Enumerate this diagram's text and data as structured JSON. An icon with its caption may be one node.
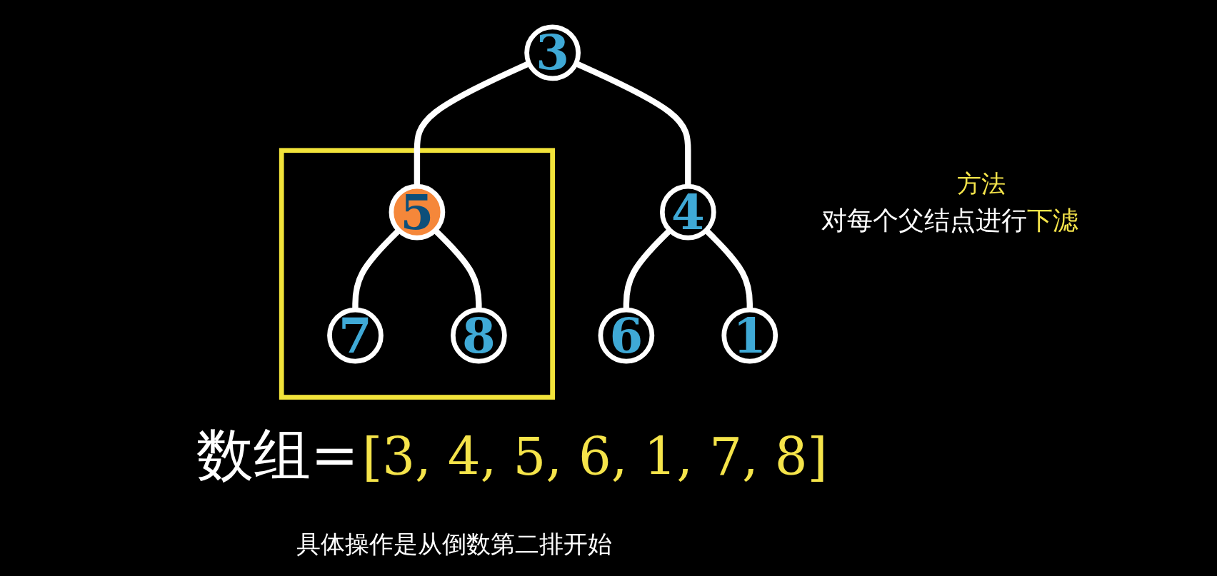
{
  "diagram": {
    "caption": "具体操作是从倒数第二排开始",
    "nodes": [
      {
        "text": [
          "3"
        ]
      },
      {
        "text": [
          "4"
        ]
      },
      {
        "text": [],
        "shape": "box"
      },
      {
        "text": [
          "5"
        ],
        "in": 2
      },
      {
        "text": [
          "6"
        ]
      },
      {
        "text": [
          "1"
        ]
      },
      {
        "text": [
          "7"
        ],
        "in": 2
      },
      {
        "text": [
          "8"
        ],
        "in": 2
      }
    ],
    "edges": [
      {
        "from": 0,
        "to": 1,
        "arrow": "none"
      },
      {
        "from": 0,
        "to": 3,
        "arrow": "none"
      },
      {
        "from": 1,
        "to": 4,
        "arrow": "none"
      },
      {
        "from": 1,
        "to": 5,
        "arrow": "none"
      },
      {
        "from": 3,
        "to": 6,
        "arrow": "none"
      },
      {
        "from": 3,
        "to": 7,
        "arrow": "none"
      }
    ],
    "labels": [
      "方法",
      "对每个父结点进行",
      "下滤",
      "数组=",
      "[3, 4, 5, 6, 1, 7, 8]"
    ]
  }
}
